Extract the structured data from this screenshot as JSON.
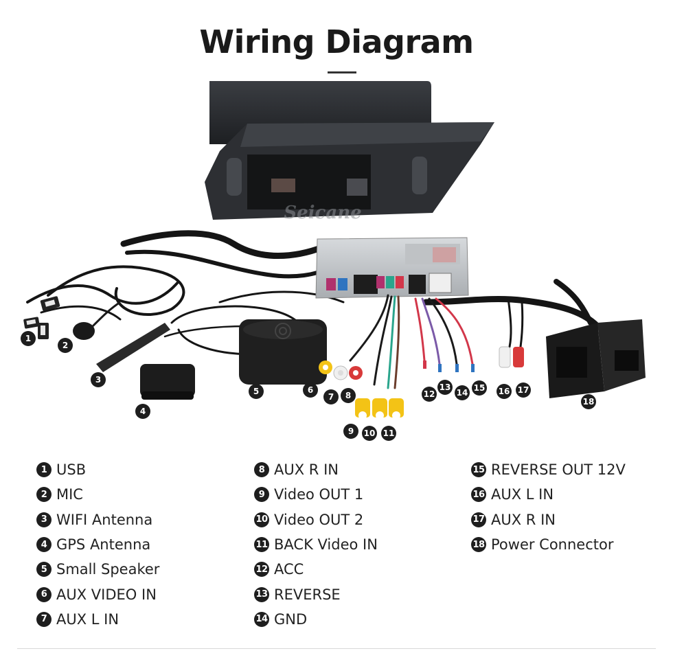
{
  "title": "Wiring Diagram",
  "watermark": "Seicane",
  "items": [
    {
      "n": "1",
      "label": "USB"
    },
    {
      "n": "2",
      "label": "MIC"
    },
    {
      "n": "3",
      "label": "WIFI Antenna"
    },
    {
      "n": "4",
      "label": "GPS Antenna"
    },
    {
      "n": "5",
      "label": "Small Speaker"
    },
    {
      "n": "6",
      "label": "AUX VIDEO IN"
    },
    {
      "n": "7",
      "label": "AUX L IN"
    },
    {
      "n": "8",
      "label": "AUX R IN"
    },
    {
      "n": "9",
      "label": "Video OUT 1"
    },
    {
      "n": "10",
      "label": "Video OUT 2"
    },
    {
      "n": "11",
      "label": "BACK Video IN"
    },
    {
      "n": "12",
      "label": "ACC"
    },
    {
      "n": "13",
      "label": "REVERSE"
    },
    {
      "n": "14",
      "label": "GND"
    },
    {
      "n": "15",
      "label": "REVERSE OUT 12V"
    },
    {
      "n": "16",
      "label": "AUX L IN"
    },
    {
      "n": "17",
      "label": "AUX R IN"
    },
    {
      "n": "18",
      "label": "Power Connector"
    }
  ]
}
